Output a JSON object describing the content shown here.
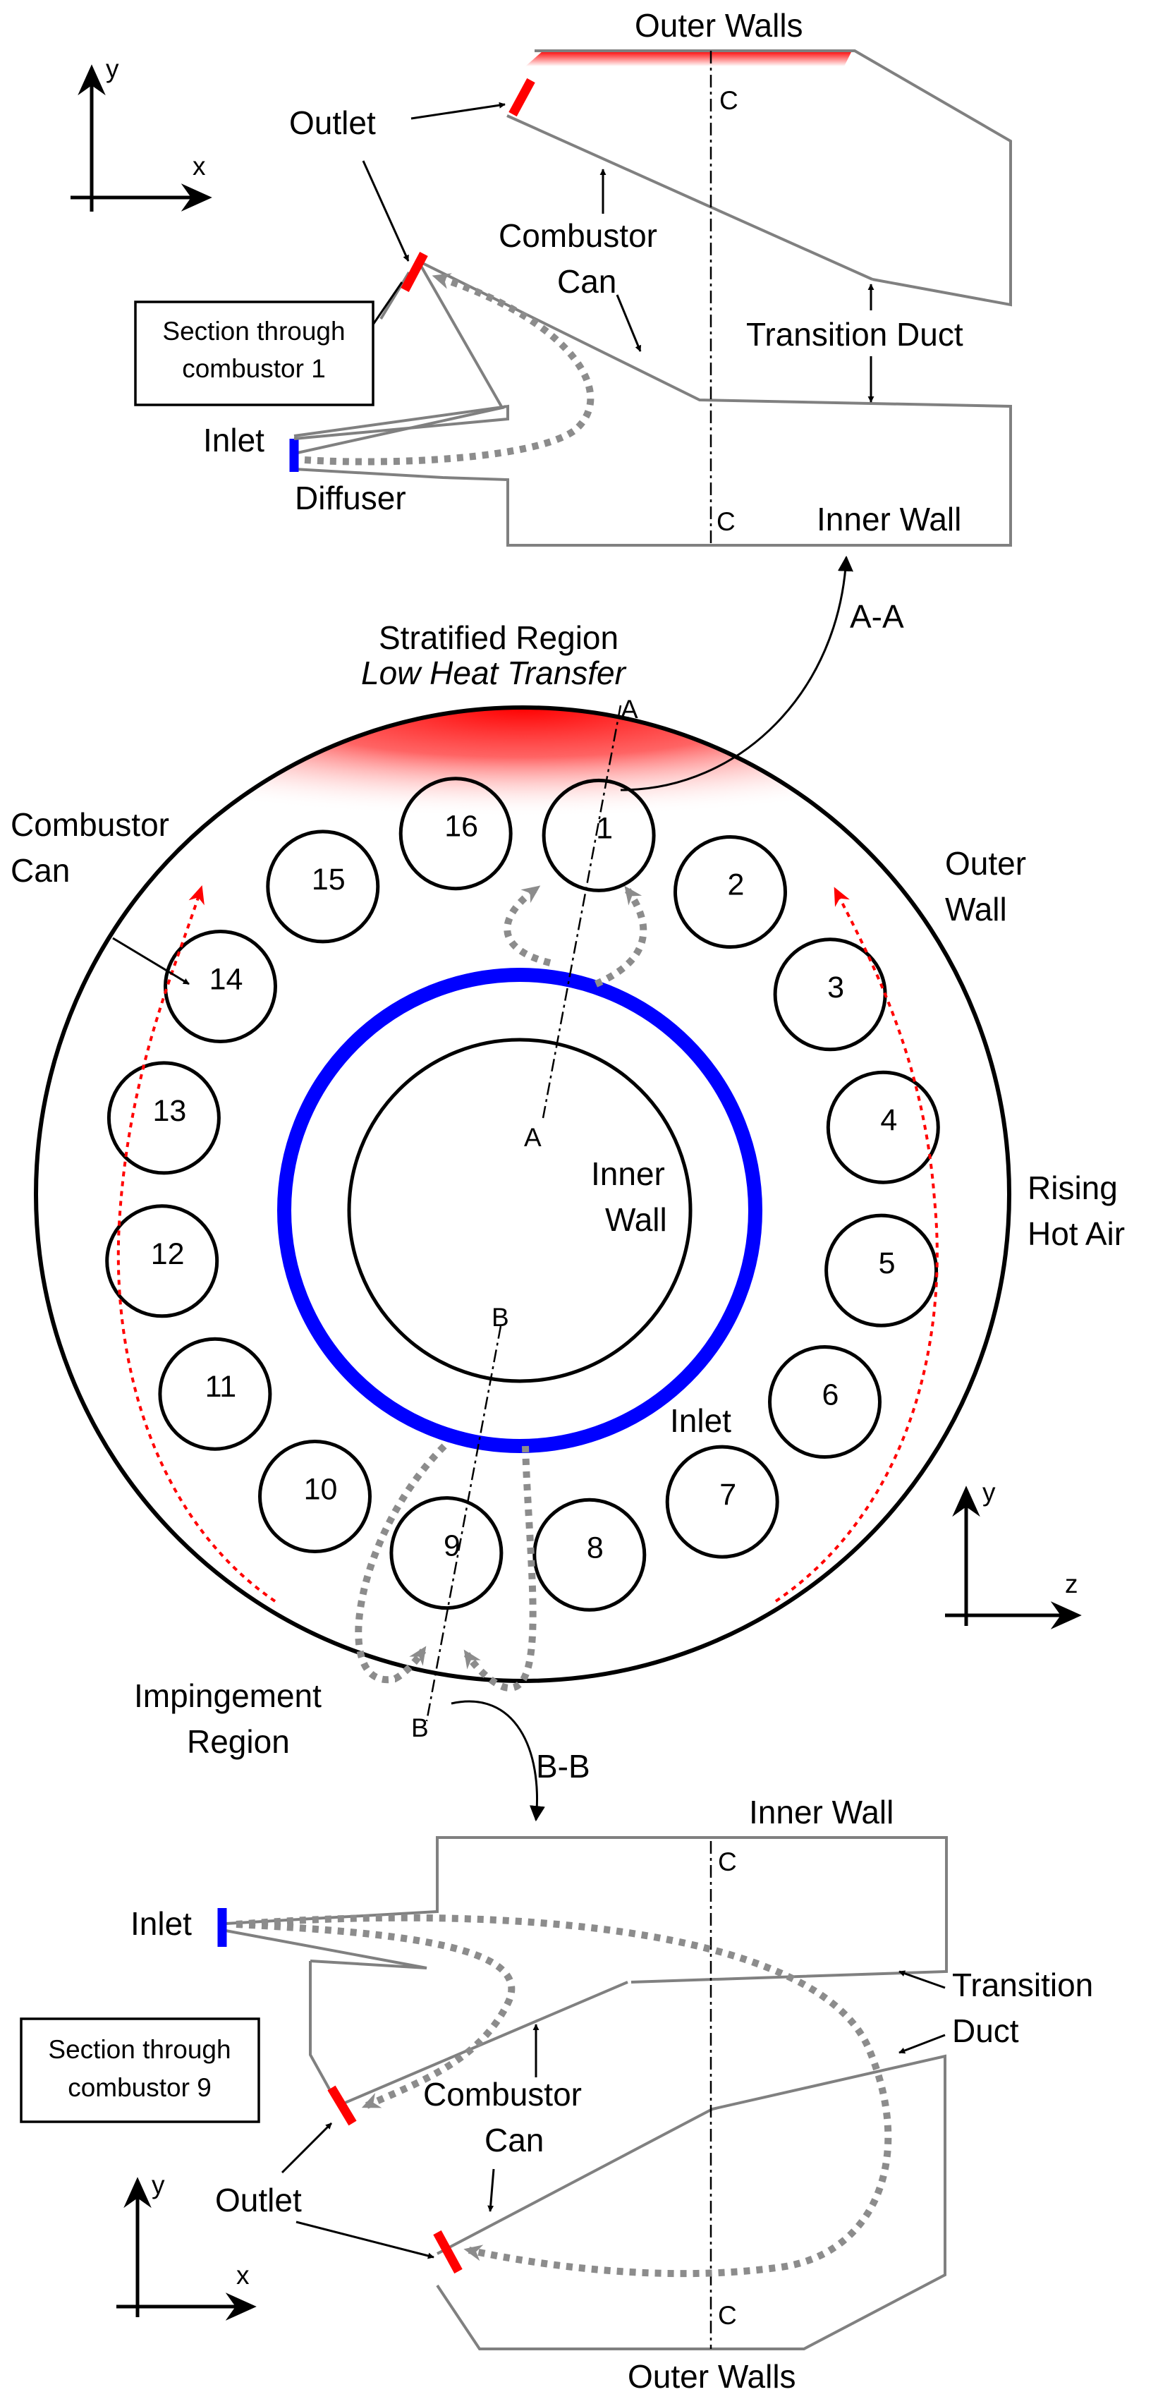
{
  "top_section": {
    "outer_walls_label": "Outer Walls",
    "outlet_label": "Outlet",
    "combustor_can_label_1": "Combustor",
    "combustor_can_label_2": "Can",
    "transition_duct_label": "Transition Duct",
    "section_box_line1": "Section through",
    "section_box_line2": "combustor 1",
    "inlet_label": "Inlet",
    "diffuser_label": "Diffuser",
    "inner_wall_label": "Inner Wall",
    "c_top": "C",
    "c_bottom": "C",
    "axis_y": "y",
    "axis_x": "x"
  },
  "middle_section": {
    "section_ref_aa": "A-A",
    "stratified_label": "Stratified Region",
    "low_heat_label": "Low Heat Transfer",
    "point_a_top": "A",
    "point_a_center": "A",
    "point_b_center": "B",
    "point_b_bottom": "B",
    "combustor_can_label_1": "Combustor",
    "combustor_can_label_2": "Can",
    "outer_wall_label_1": "Outer",
    "outer_wall_label_2": "Wall",
    "inner_wall_label_1": "Inner",
    "inner_wall_label_2": "Wall",
    "rising_label_1": "Rising",
    "rising_label_2": "Hot Air",
    "inlet_label": "Inlet",
    "impingement_label_1": "Impingement",
    "impingement_label_2": "Region",
    "section_ref_bb": "B-B",
    "axis_y": "y",
    "axis_z": "z",
    "cans": [
      "1",
      "2",
      "3",
      "4",
      "5",
      "6",
      "7",
      "8",
      "9",
      "10",
      "11",
      "12",
      "13",
      "14",
      "15",
      "16"
    ]
  },
  "bottom_section": {
    "inner_wall_label": "Inner Wall",
    "inlet_label": "Inlet",
    "transition_label_1": "Transition",
    "transition_label_2": "Duct",
    "section_box_line1": "Section through",
    "section_box_line2": "combustor 9",
    "combustor_can_label_1": "Combustor",
    "combustor_can_label_2": "Can",
    "outlet_label": "Outlet",
    "outer_walls_label": "Outer Walls",
    "c_top": "C",
    "c_bottom": "C",
    "axis_y": "y",
    "axis_x": "x"
  },
  "colors": {
    "hot": "#ff0000",
    "inlet": "#0000ff",
    "wall": "#808080",
    "flow": "#8c8c8c"
  }
}
